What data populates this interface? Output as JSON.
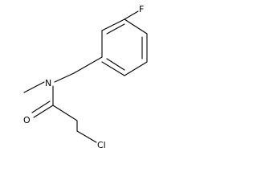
{
  "molecule": {
    "atoms": {
      "fluorine": "F",
      "nitrogen": "N",
      "oxygen": "O",
      "chlorine": "Cl"
    },
    "colors": {
      "bond": "#000000",
      "label": "#000000",
      "background": "#ffffff"
    }
  }
}
